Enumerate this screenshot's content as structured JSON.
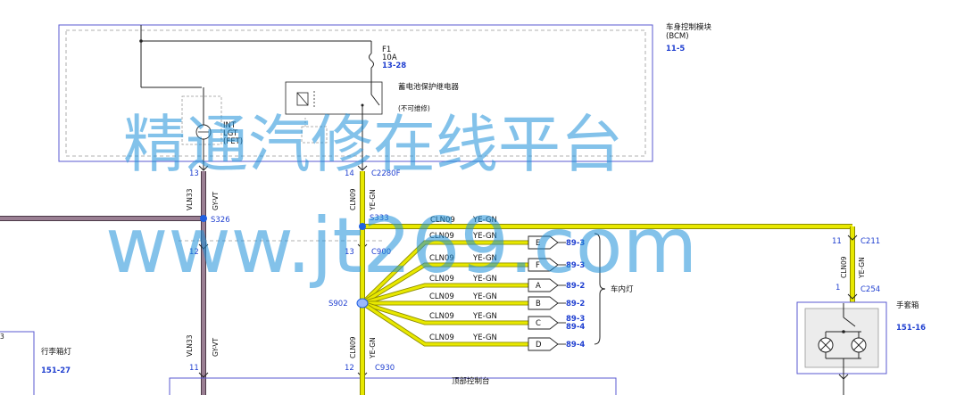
{
  "bcm": {
    "title_line1": "车身控制模块",
    "title_line2": "(BCM)",
    "ref": "11-5"
  },
  "fuse": {
    "name": "F1",
    "rating": "10A",
    "ref": "13-28"
  },
  "relay": {
    "label": "蓄电池保护继电器",
    "note": "(不可维修)"
  },
  "int_lgt": {
    "line1": "INT",
    "line2": "LGT",
    "line3": "(FET)"
  },
  "pins": {
    "bcm_left": "13",
    "bcm_right": "14",
    "bcm_connector": "C2280F",
    "c900_left": "12",
    "c900_right": "13",
    "c900_name": "C900",
    "c930_left": "11",
    "c930_right": "12",
    "c930_name": "C930",
    "c211_pin": "11",
    "c211_name": "C211",
    "c254_pin": "1",
    "c254_name": "C254"
  },
  "splices": {
    "s326": "S326",
    "s333": "S333",
    "s902": "S902"
  },
  "wires": {
    "left_circuit": "VLN33",
    "left_color": "GY-VT",
    "right_circuit": "CLN09",
    "right_color": "YE-GN"
  },
  "branches": [
    {
      "circuit": "CLN09",
      "color": "YE-GN",
      "letter": "E",
      "ref": "89-3"
    },
    {
      "circuit": "CLN09",
      "color": "YE-GN",
      "letter": "F",
      "ref": "89-3"
    },
    {
      "circuit": "CLN09",
      "color": "YE-GN",
      "letter": "A",
      "ref": "89-2"
    },
    {
      "circuit": "CLN09",
      "color": "YE-GN",
      "letter": "B",
      "ref": "89-2"
    },
    {
      "circuit": "CLN09",
      "color": "YE-GN",
      "letter": "C",
      "ref": "89-3",
      "ref2": "89-4"
    },
    {
      "circuit": "CLN09",
      "color": "YE-GN",
      "letter": "D",
      "ref": "89-4"
    }
  ],
  "top_run": {
    "circuit": "CLN09",
    "color": "YE-GN"
  },
  "interior_lamp": "车内灯",
  "glovebox": {
    "label": "手套箱",
    "ref": "151-16"
  },
  "trunk_lamp": {
    "label": "行李箱灯",
    "ref": "151-27"
  },
  "bottom_partial": "顶部控制台",
  "watermark": {
    "line1": "精通汽修在线平台",
    "line2": "www.jt269.com"
  },
  "colors": {
    "wire_yellow": "#e8e800",
    "wire_yellow_edge": "#8c8c00",
    "wire_grey_violet": "#9a7f93",
    "wire_grey_violet_edge": "#4c3a48",
    "ref_blue": "#1f3fd0",
    "splice_blue": "#1f5fe0",
    "box_border": "#5a5ad0"
  }
}
